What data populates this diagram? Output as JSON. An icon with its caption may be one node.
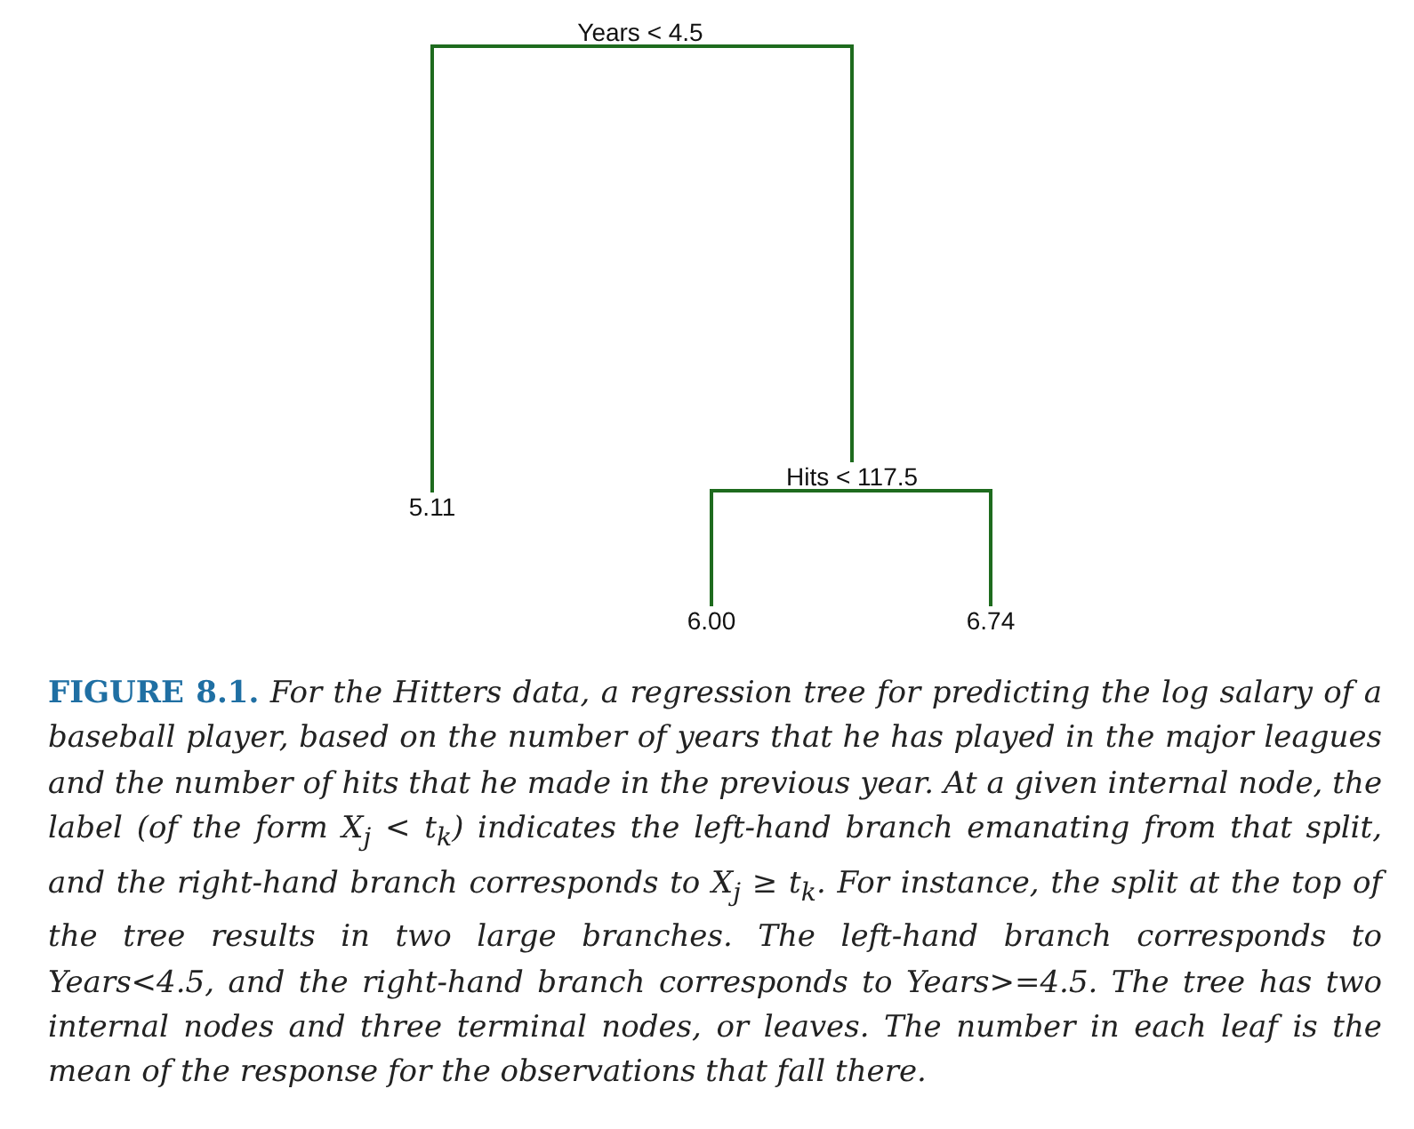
{
  "diagram": {
    "caption": "**FIGURE 8.1.** For the Hitters data, a regression tree for predicting the log salary of a baseball player, based on the number of years that he has played in the major leagues and the number of hits that he made in the previous year. At a given internal node, the label (of the form *X*$_{j}$ < *t*$_{k}$) indicates the left-hand branch emanating from that split, and the right-hand branch corresponds to *X*$_{j}$ ≥ *t*$_{k}$. For instance, the split at the top of the tree results in two large branches. The left-hand branch corresponds to Years<4.5, and the right-hand branch corresponds to Years>=4.5. The tree has two internal nodes and three terminal nodes, or leaves. The number in each leaf is the mean of the response for the observations that fall there.",
    "nodes": [
      {
        "text": [
          "Years < 4.5"
        ]
      },
      {
        "text": [
          "5.11"
        ]
      },
      {
        "text": [
          "Hits < 117.5"
        ]
      },
      {
        "text": [
          "6.00"
        ]
      },
      {
        "text": [
          "6.74"
        ]
      }
    ],
    "edges": [
      {
        "from": 0,
        "to": 1,
        "arrow": "none"
      },
      {
        "from": 0,
        "to": 2,
        "arrow": "none"
      },
      {
        "from": 2,
        "to": 3,
        "arrow": "none"
      },
      {
        "from": 2,
        "to": 4,
        "arrow": "none"
      }
    ]
  }
}
